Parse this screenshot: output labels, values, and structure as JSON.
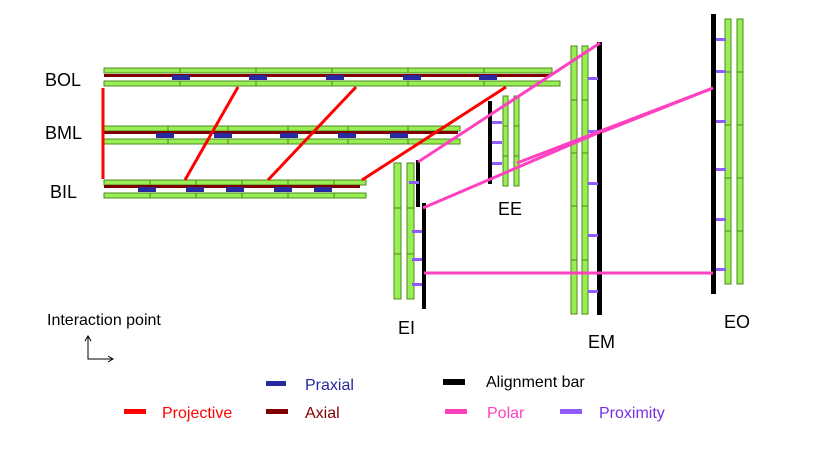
{
  "chambers": {
    "barrel": [
      "BOL",
      "BML",
      "BIL"
    ],
    "endcap": [
      "EE",
      "EI",
      "EM",
      "EO"
    ]
  },
  "origin_label": "Interaction point",
  "legend": [
    {
      "label": "Praxial",
      "color": "#2828a0",
      "text_color": "#2828a0"
    },
    {
      "label": "Alignment bar",
      "color": "#000000",
      "text_color": "#000000"
    },
    {
      "label": "Projective",
      "color": "#ff0000",
      "text_color": "#ff0000"
    },
    {
      "label": "Axial",
      "color": "#800000",
      "text_color": "#800000"
    },
    {
      "label": "Polar",
      "color": "#ff40c0",
      "text_color": "#ff40c0"
    },
    {
      "label": "Proximity",
      "color": "#8f5cff",
      "text_color": "#7a2ee0"
    }
  ],
  "colors": {
    "chamber_fill": "#99ee55",
    "chamber_stroke": "#4c8a1c",
    "praxial": "#2828a0",
    "axial": "#800000",
    "projective": "#ff0000",
    "polar": "#ff40c0",
    "alignment_bar": "#000000",
    "proximity": "#8f5cff"
  }
}
